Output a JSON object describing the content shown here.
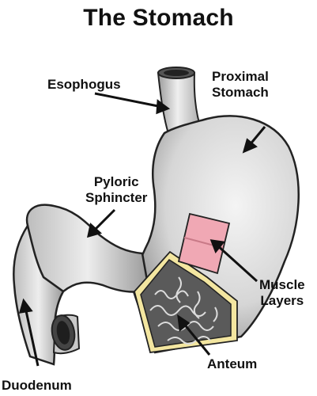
{
  "title": "The Stomach",
  "labels": {
    "esophogus": "Esophogus",
    "proximal_stomach": [
      "Proximal",
      "Stomach"
    ],
    "pyloric_sphincter": [
      "Pyloric",
      "Sphincter"
    ],
    "muscle_layers": [
      "Muscle",
      "Layers"
    ],
    "anteum": "Anteum",
    "duodenum": "Duodenum"
  },
  "colors": {
    "organ_fill": "#d9d9d9",
    "organ_shade": "#9a9a9a",
    "muscle": "#f0a8b4",
    "mucosa": "#555555",
    "fat": "#f3e6a0"
  }
}
